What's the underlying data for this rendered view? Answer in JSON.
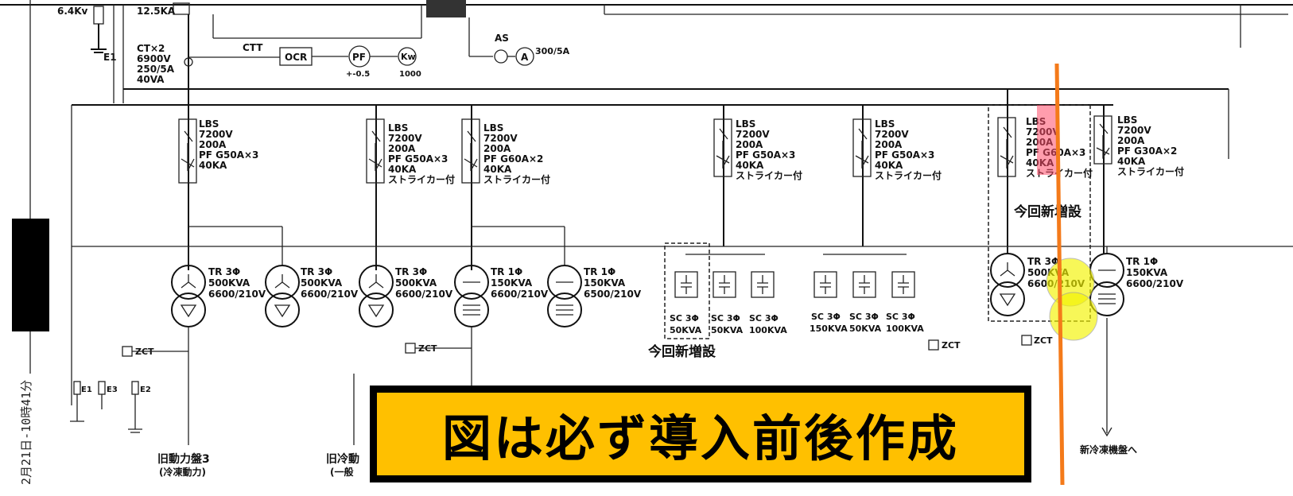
{
  "top": {
    "left_rating": "6.4Kv",
    "e1": "E1",
    "breaker_rating": "12.5KA",
    "ct": "CT×2",
    "ct_v": "6900V",
    "ct_ratio": "250/5A",
    "ct_va": "40VA",
    "ctt": "CTT",
    "ocr": "OCR",
    "pf": "PF",
    "pf_range": "+-0.5",
    "kw": "Kw",
    "kw_val": "1000",
    "as": "AS",
    "ammeter": "A",
    "ammeter_ratio": "300/5A"
  },
  "lbs_common": {
    "title": "LBS",
    "v": "7200V",
    "a": "200A",
    "ka": "40KA",
    "striker": "ストライカー付"
  },
  "lbs": [
    {
      "pf": "PF G50A×3"
    },
    {
      "pf": "PF G50A×3"
    },
    {
      "pf": "PF G60A×2"
    },
    {
      "pf": "PF G50A×3"
    },
    {
      "pf": "PF G50A×3"
    },
    {
      "pf": "PF G60A×3"
    },
    {
      "pf": "PF G30A×2"
    }
  ],
  "transformers": [
    {
      "type": "TR 3Φ",
      "kva": "500KVA",
      "v": "6600/210V"
    },
    {
      "type": "TR 3Φ",
      "kva": "500KVA",
      "v": "6600/210V"
    },
    {
      "type": "TR 3Φ",
      "kva": "500KVA",
      "v": "6600/210V"
    },
    {
      "type": "TR 1Φ",
      "kva": "150KVA",
      "v": "6600/210V"
    },
    {
      "type": "TR 1Φ",
      "kva": "150KVA",
      "v": "6500/210V"
    },
    {
      "type": "TR 3Φ",
      "kva": "500KVA",
      "v": "6600/210V"
    },
    {
      "type": "TR 1Φ",
      "kva": "150KVA",
      "v": "6600/210V"
    }
  ],
  "capacitors": [
    {
      "type": "SC 3Φ",
      "kva": "50KVA"
    },
    {
      "type": "SC 3Φ",
      "kva": "50KVA"
    },
    {
      "type": "SC 3Φ",
      "kva": "100KVA"
    },
    {
      "type": "SC 3Φ",
      "kva": "150KVA"
    },
    {
      "type": "SC 3Φ",
      "kva": "50KVA"
    },
    {
      "type": "SC 3Φ",
      "kva": "100KVA"
    }
  ],
  "zct": "ZCT",
  "new_install": "今回新増設",
  "earth": {
    "e1": "E1",
    "e3": "E3",
    "e2": "E2"
  },
  "bottom": {
    "left_dest": "旧動力盤3",
    "left_dest_sub": "(冷凍動力)",
    "mid_dest": "旧冷動",
    "mid_dest_sub": "(一般",
    "right_dest": "新冷凍機盤へ"
  },
  "timestamp": "2月21日-10時41分",
  "banner_text": "図は必ず導入前後作成"
}
